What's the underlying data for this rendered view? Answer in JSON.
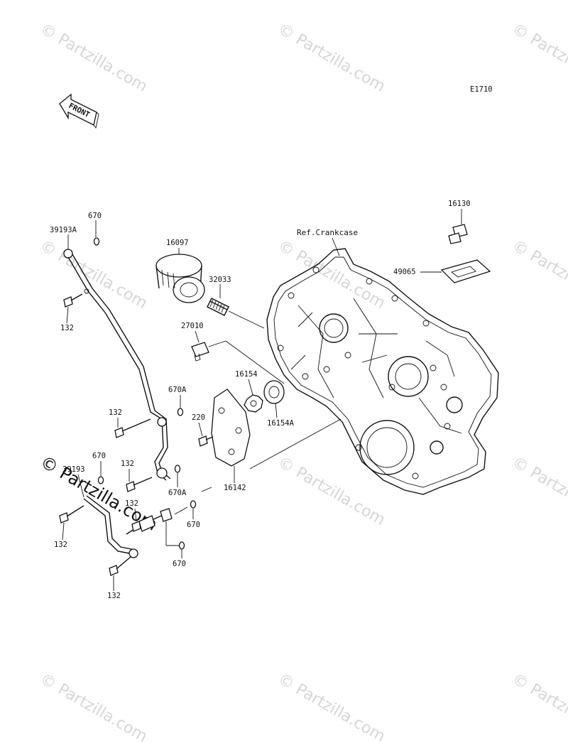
{
  "diagram_code": "E1710",
  "front_label": "FRONT",
  "reference": "Ref.Crankcase",
  "watermark": "Partzilla.com",
  "parts": {
    "p16130": "16130",
    "p49065": "49065",
    "p16097": "16097",
    "p32033": "32033",
    "p27010": "27010",
    "p16154": "16154",
    "p16154A": "16154A",
    "p16142": "16142",
    "p220": "220",
    "p39193A": "39193A",
    "p39193": "39193",
    "p670_top": "670",
    "p670_mid": "670",
    "p670_r1": "670",
    "p670_r2": "670",
    "p670A_1": "670A",
    "p670A_2": "670A",
    "p132_a": "132",
    "p132_b": "132",
    "p132_c": "132",
    "p132_d": "132",
    "p132_e": "132",
    "p132_f": "132"
  }
}
